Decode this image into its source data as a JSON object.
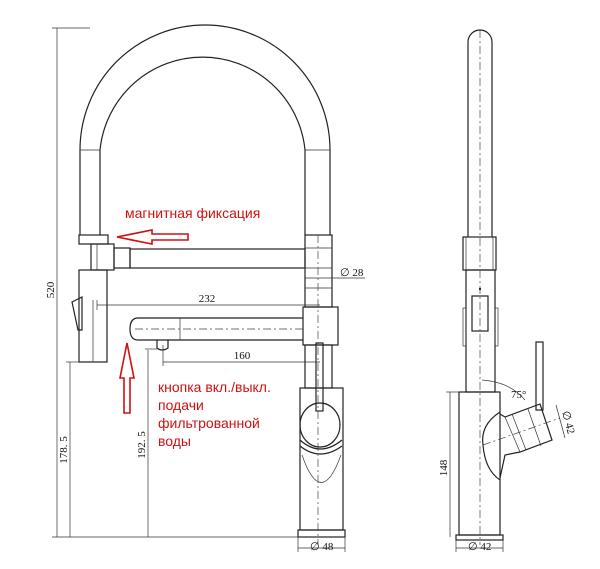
{
  "annotations": {
    "magnetic": "магнитная фиксация",
    "button_lines": [
      "кнопка вкл./выкл.",
      "подачи",
      "фильтрованной",
      "воды"
    ]
  },
  "dimensions": {
    "total_height": "520",
    "spray_height": "178. 5",
    "filter_spout_height": "192. 5",
    "reach_main": "232",
    "reach_filter": "160",
    "hose_diameter": "∅ 28",
    "base_diameter_front": "∅ 48",
    "body_height": "148",
    "base_diameter_side": "∅ 42",
    "handle_diameter": "∅ 42",
    "angle": "75°"
  },
  "colors": {
    "annotation": "#d01010",
    "line": "#222222"
  }
}
